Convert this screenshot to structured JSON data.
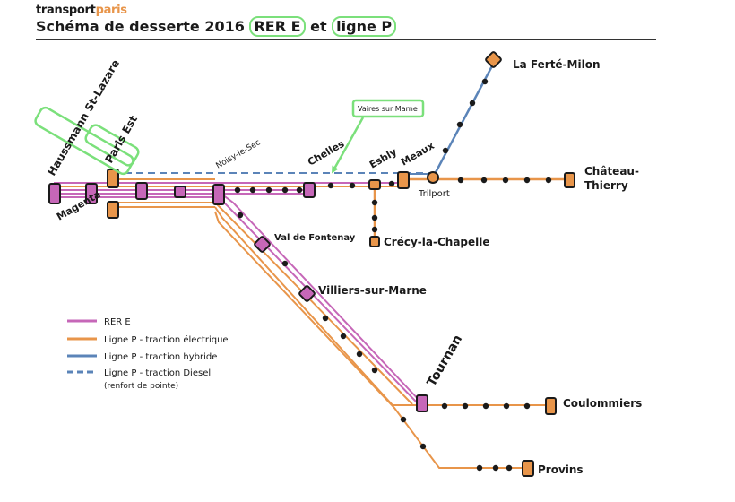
{
  "header": {
    "brand_a": "transport",
    "brand_b": "paris",
    "title_prefix": "Schéma de desserte 2016",
    "title_rer": "RER E",
    "title_mid": "et",
    "title_ligne": "ligne P"
  },
  "stations": {
    "haussmann": "Haussmann St-Lazare",
    "paris_est": "Paris Est",
    "magenta": "Magenta",
    "noisy": "Noisy-le-Sec",
    "chelles": "Chelles",
    "esbly": "Esbly",
    "meaux": "Meaux",
    "trilport": "Trilport",
    "ferte": "La Ferté-Milon",
    "chateau_1": "Château-",
    "chateau_2": "Thierry",
    "crecy": "Crécy-la-Chapelle",
    "val": "Val de Fontenay",
    "villiers": "Villiers-sur-Marne",
    "tournan": "Tournan",
    "coulommiers": "Coulommiers",
    "provins": "Provins"
  },
  "callout": {
    "vaires": "Vaires sur Marne"
  },
  "legend": {
    "items": [
      {
        "label": "RER E",
        "color": "#c667b8",
        "style": "solid"
      },
      {
        "label": "Ligne P - traction électrique",
        "color": "#e8954a",
        "style": "solid"
      },
      {
        "label": "Ligne P - traction hybride",
        "color": "#5b84b8",
        "style": "solid"
      },
      {
        "label": "Ligne P - traction Diesel",
        "color": "#5b84b8",
        "style": "dashed"
      }
    ],
    "note": "(renfort de pointe)"
  },
  "colors": {
    "rer": "#c667b8",
    "ligne_p": "#e8954a",
    "hybrid": "#5b84b8",
    "highlight": "#7be07b",
    "station_stroke": "#1a1a1a"
  }
}
